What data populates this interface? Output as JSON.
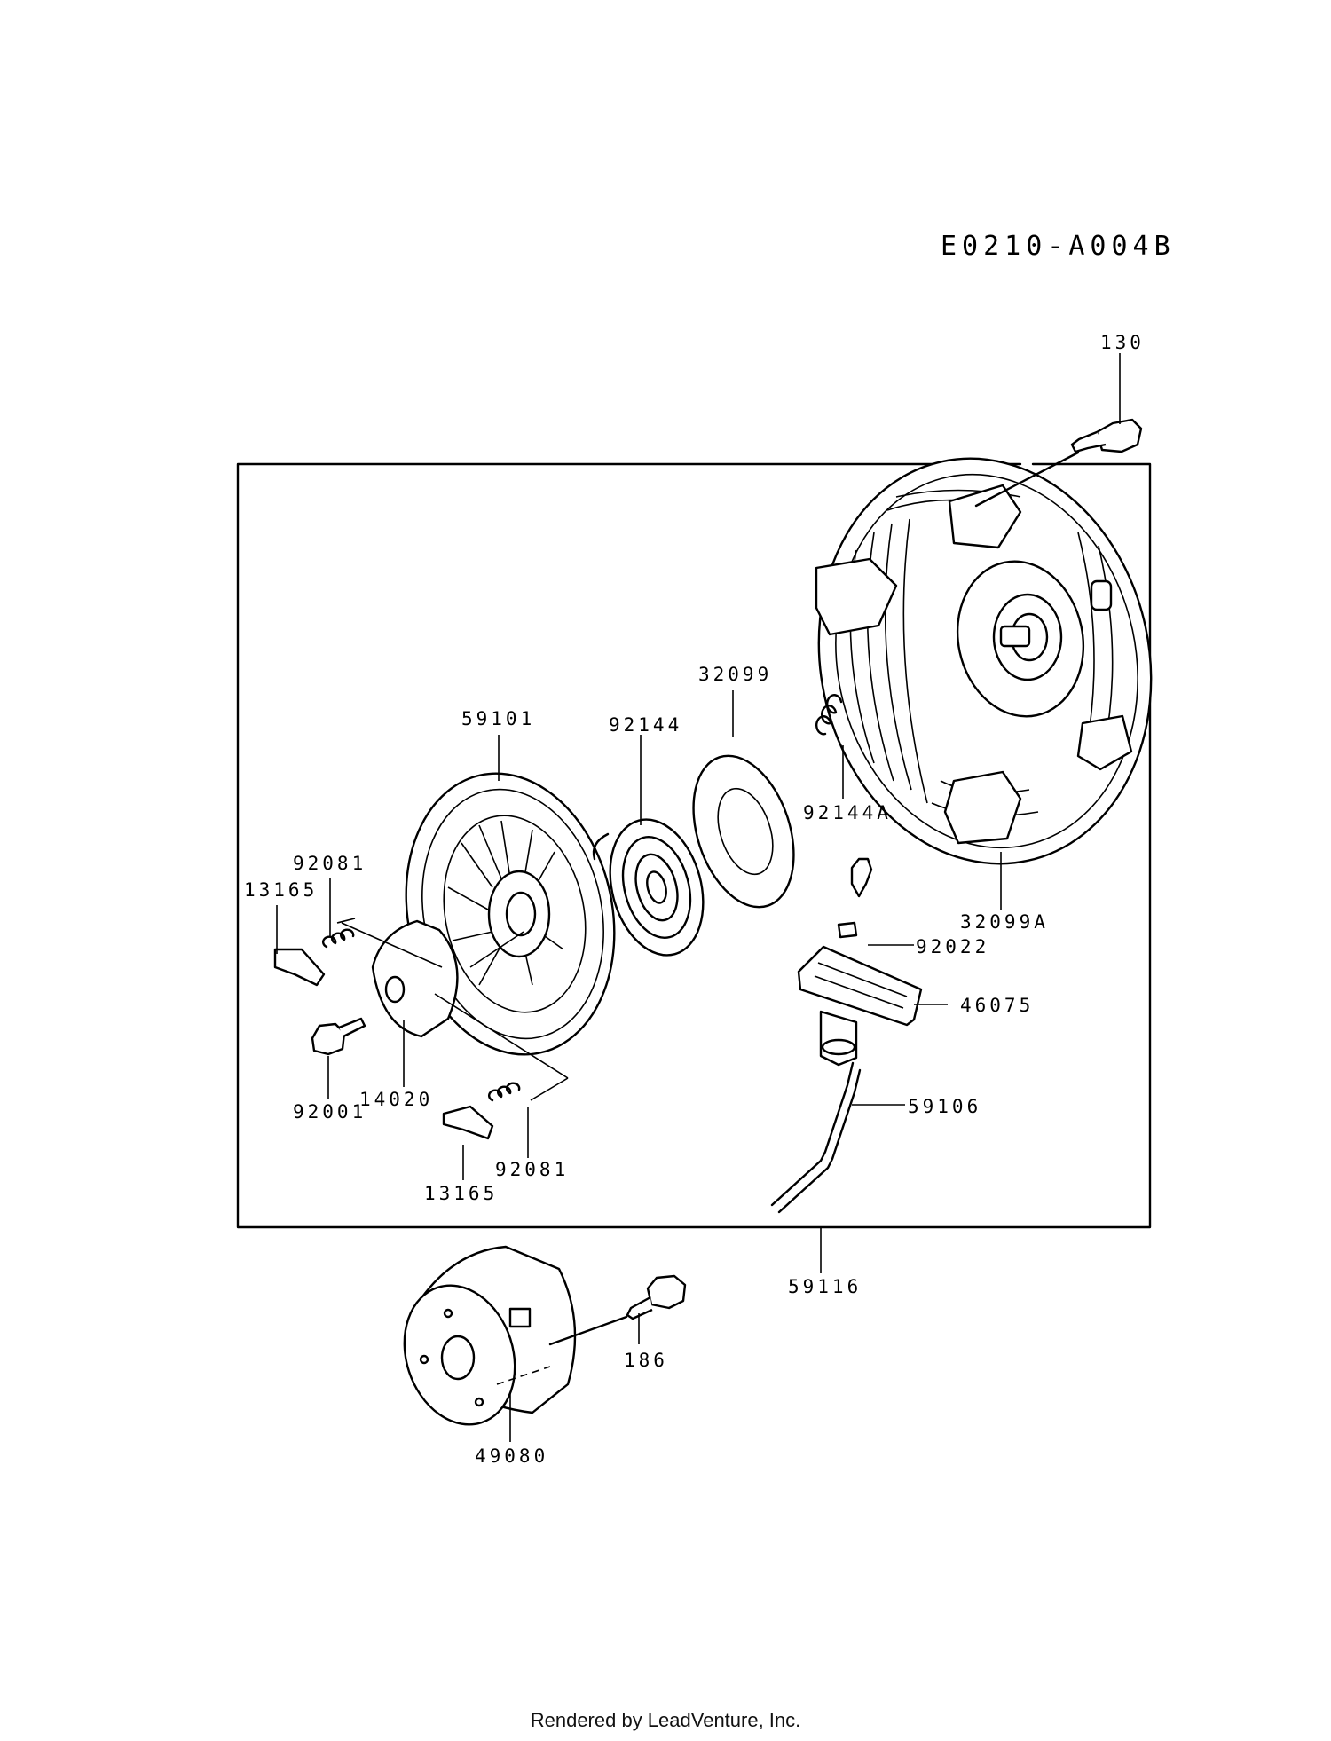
{
  "diagram": {
    "code": "E0210-A004B",
    "parts": [
      {
        "id": "p130",
        "label": "130"
      },
      {
        "id": "p59101",
        "label": "59101"
      },
      {
        "id": "p92144",
        "label": "92144"
      },
      {
        "id": "p32099",
        "label": "32099"
      },
      {
        "id": "p92144A",
        "label": "92144A"
      },
      {
        "id": "p32099A",
        "label": "32099A"
      },
      {
        "id": "p92081a",
        "label": "92081"
      },
      {
        "id": "p13165a",
        "label": "13165"
      },
      {
        "id": "p92022",
        "label": "92022"
      },
      {
        "id": "p46075",
        "label": "46075"
      },
      {
        "id": "p92001",
        "label": "92001"
      },
      {
        "id": "p14020",
        "label": "14020"
      },
      {
        "id": "p59106",
        "label": "59106"
      },
      {
        "id": "p92081b",
        "label": "92081"
      },
      {
        "id": "p13165b",
        "label": "13165"
      },
      {
        "id": "p59116",
        "label": "59116"
      },
      {
        "id": "p186",
        "label": "186"
      },
      {
        "id": "p49080",
        "label": "49080"
      }
    ]
  },
  "footer": {
    "text": "Rendered by LeadVenture, Inc."
  }
}
